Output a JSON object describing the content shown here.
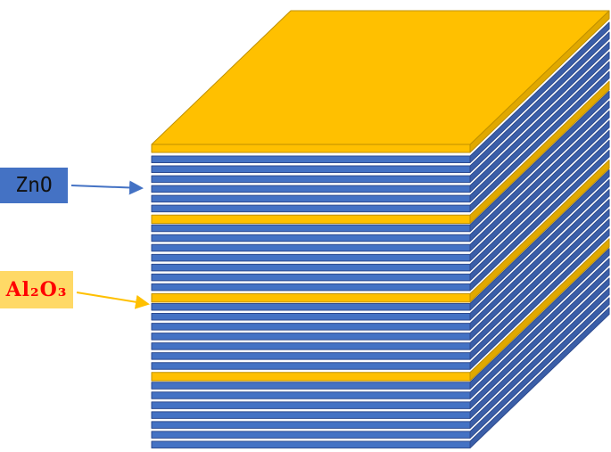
{
  "diagram": {
    "description": "3D stack of alternating thin-film layers",
    "labels": [
      {
        "id": "zno",
        "text": "ZnO",
        "bg": "#4472C4",
        "text_color": "#111111",
        "arrow_color": "#4472C4"
      },
      {
        "id": "al2o3",
        "text": "Al₂O₃",
        "bg": "#FFD966",
        "text_color": "#FF0000",
        "arrow_color": "#FFC000"
      }
    ],
    "materials": {
      "zno": {
        "name": "ZnO",
        "face": "#4472C4",
        "side": "#3A5EA8",
        "edge": "#2E4B8F"
      },
      "al2o3": {
        "name": "Al₂O₃",
        "face": "#FFC000",
        "side": "#E0A800",
        "edge": "#BF9000"
      }
    },
    "stack": {
      "top_layer": "al2o3",
      "layers": [
        "zno",
        "zno",
        "zno",
        "zno",
        "zno",
        "zno",
        "al2o3",
        "zno",
        "zno",
        "zno",
        "zno",
        "zno",
        "zno",
        "zno",
        "al2o3",
        "zno",
        "zno",
        "zno",
        "zno",
        "zno",
        "zno",
        "zno",
        "al2o3",
        "zno",
        "zno",
        "zno",
        "zno",
        "zno",
        "zno",
        "zno"
      ]
    }
  }
}
